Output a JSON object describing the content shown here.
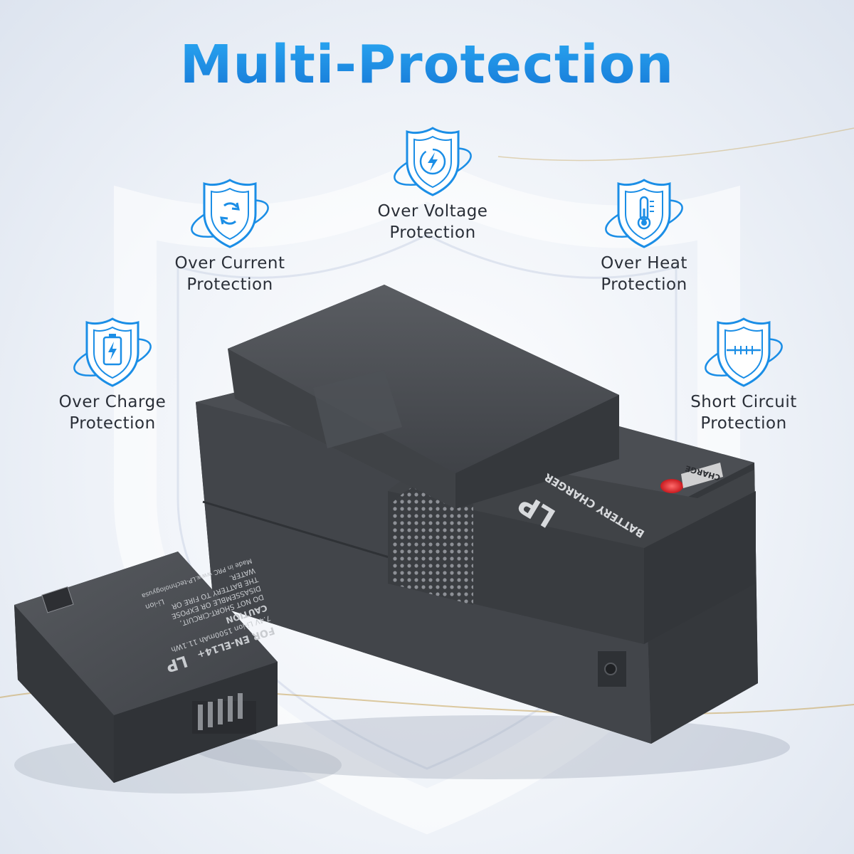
{
  "title": "Multi-Protection",
  "features": [
    {
      "icon": "current-shield-icon",
      "label": "Over Current\nProtection"
    },
    {
      "icon": "voltage-shield-icon",
      "label": "Over Voltage\nProtection"
    },
    {
      "icon": "heat-shield-icon",
      "label": "Over Heat\nProtection"
    },
    {
      "icon": "charge-shield-icon",
      "label": "Over Charge\nProtection"
    },
    {
      "icon": "circuit-shield-icon",
      "label": "Short Circuit\nProtection"
    }
  ],
  "charger": {
    "label": "BATTERY CHARGER",
    "indicator": "CHARGE",
    "logo": "LP"
  },
  "battery": {
    "lines": [
      "FOR EN-EL14+",
      "7.4V Li-ion 1500mAh 11.1Wh",
      "CAUTION",
      "DO NOT SHORT-CIRCUIT,",
      "DISASSEMBLE OR EXPOSE",
      "THE BATTERY TO FIRE OR",
      "WATER.",
      "Made in PRC  www.LP-technologyusa"
    ],
    "chemistry": "Li-ion",
    "logo": "LP"
  },
  "colors": {
    "accent": "#1b8ee6",
    "indicator": "#e8262b",
    "device": "#46494e"
  }
}
